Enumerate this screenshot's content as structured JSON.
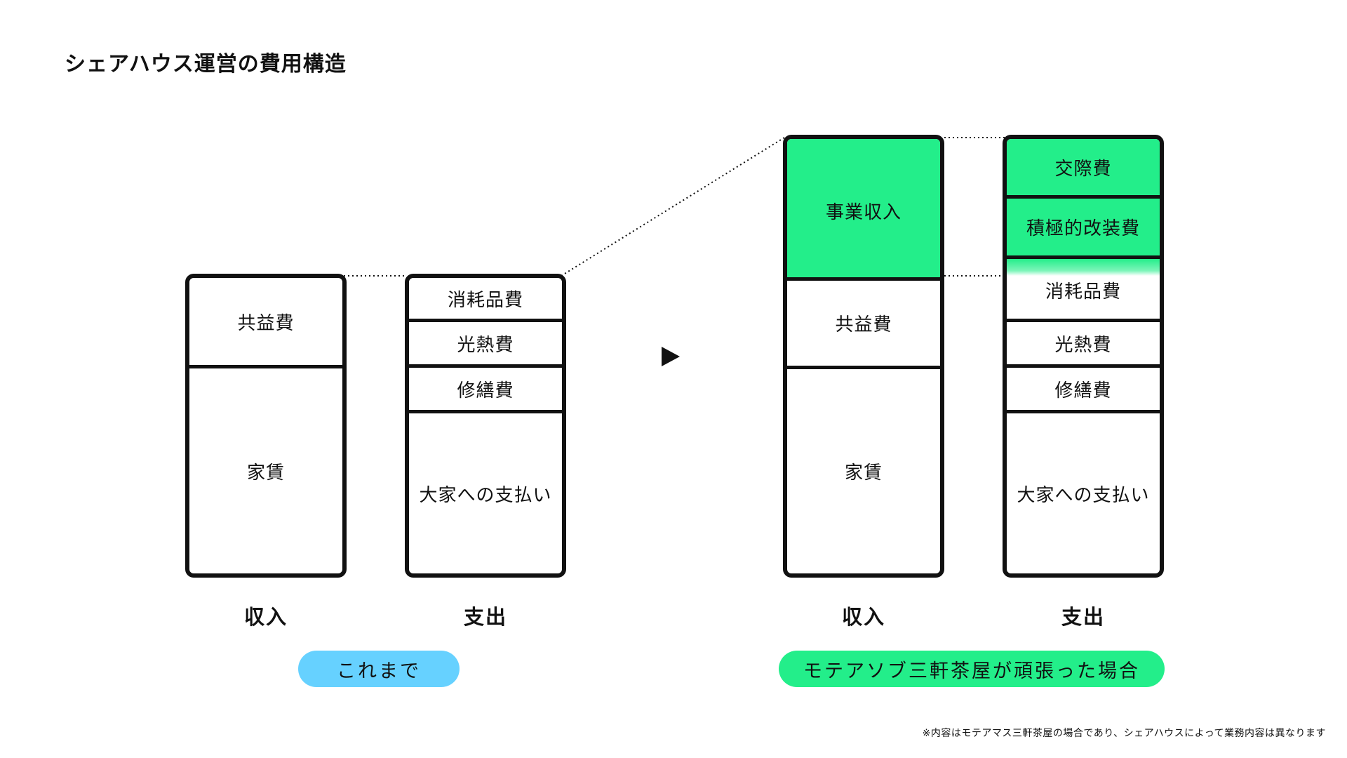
{
  "title": "シェアハウス運営の費用構造",
  "before": {
    "income": {
      "segments": [
        "共益費",
        "家賃"
      ],
      "label": "収入"
    },
    "expense": {
      "segments": [
        "消耗品費",
        "光熱費",
        "修繕費",
        "大家への支払い"
      ],
      "label": "支出"
    },
    "tag": "これまで",
    "tag_color": "#66d1ff"
  },
  "after": {
    "income": {
      "segments": [
        "事業収入",
        "共益費",
        "家賃"
      ],
      "label": "収入"
    },
    "expense": {
      "segments": [
        "交際費",
        "積極的改装費",
        "消耗品費",
        "光熱費",
        "修繕費",
        "大家への支払い"
      ],
      "label": "支出"
    },
    "tag": "モテアソブ三軒茶屋が頑張った場合",
    "tag_color": "#23ee8a"
  },
  "colors": {
    "highlight": "#23ee8a",
    "stroke": "#111111"
  },
  "icons": {
    "arrow": "play-arrow-icon"
  },
  "footnote": "※内容はモテアマス三軒茶屋の場合であり、シェアハウスによって業務内容は異なります"
}
